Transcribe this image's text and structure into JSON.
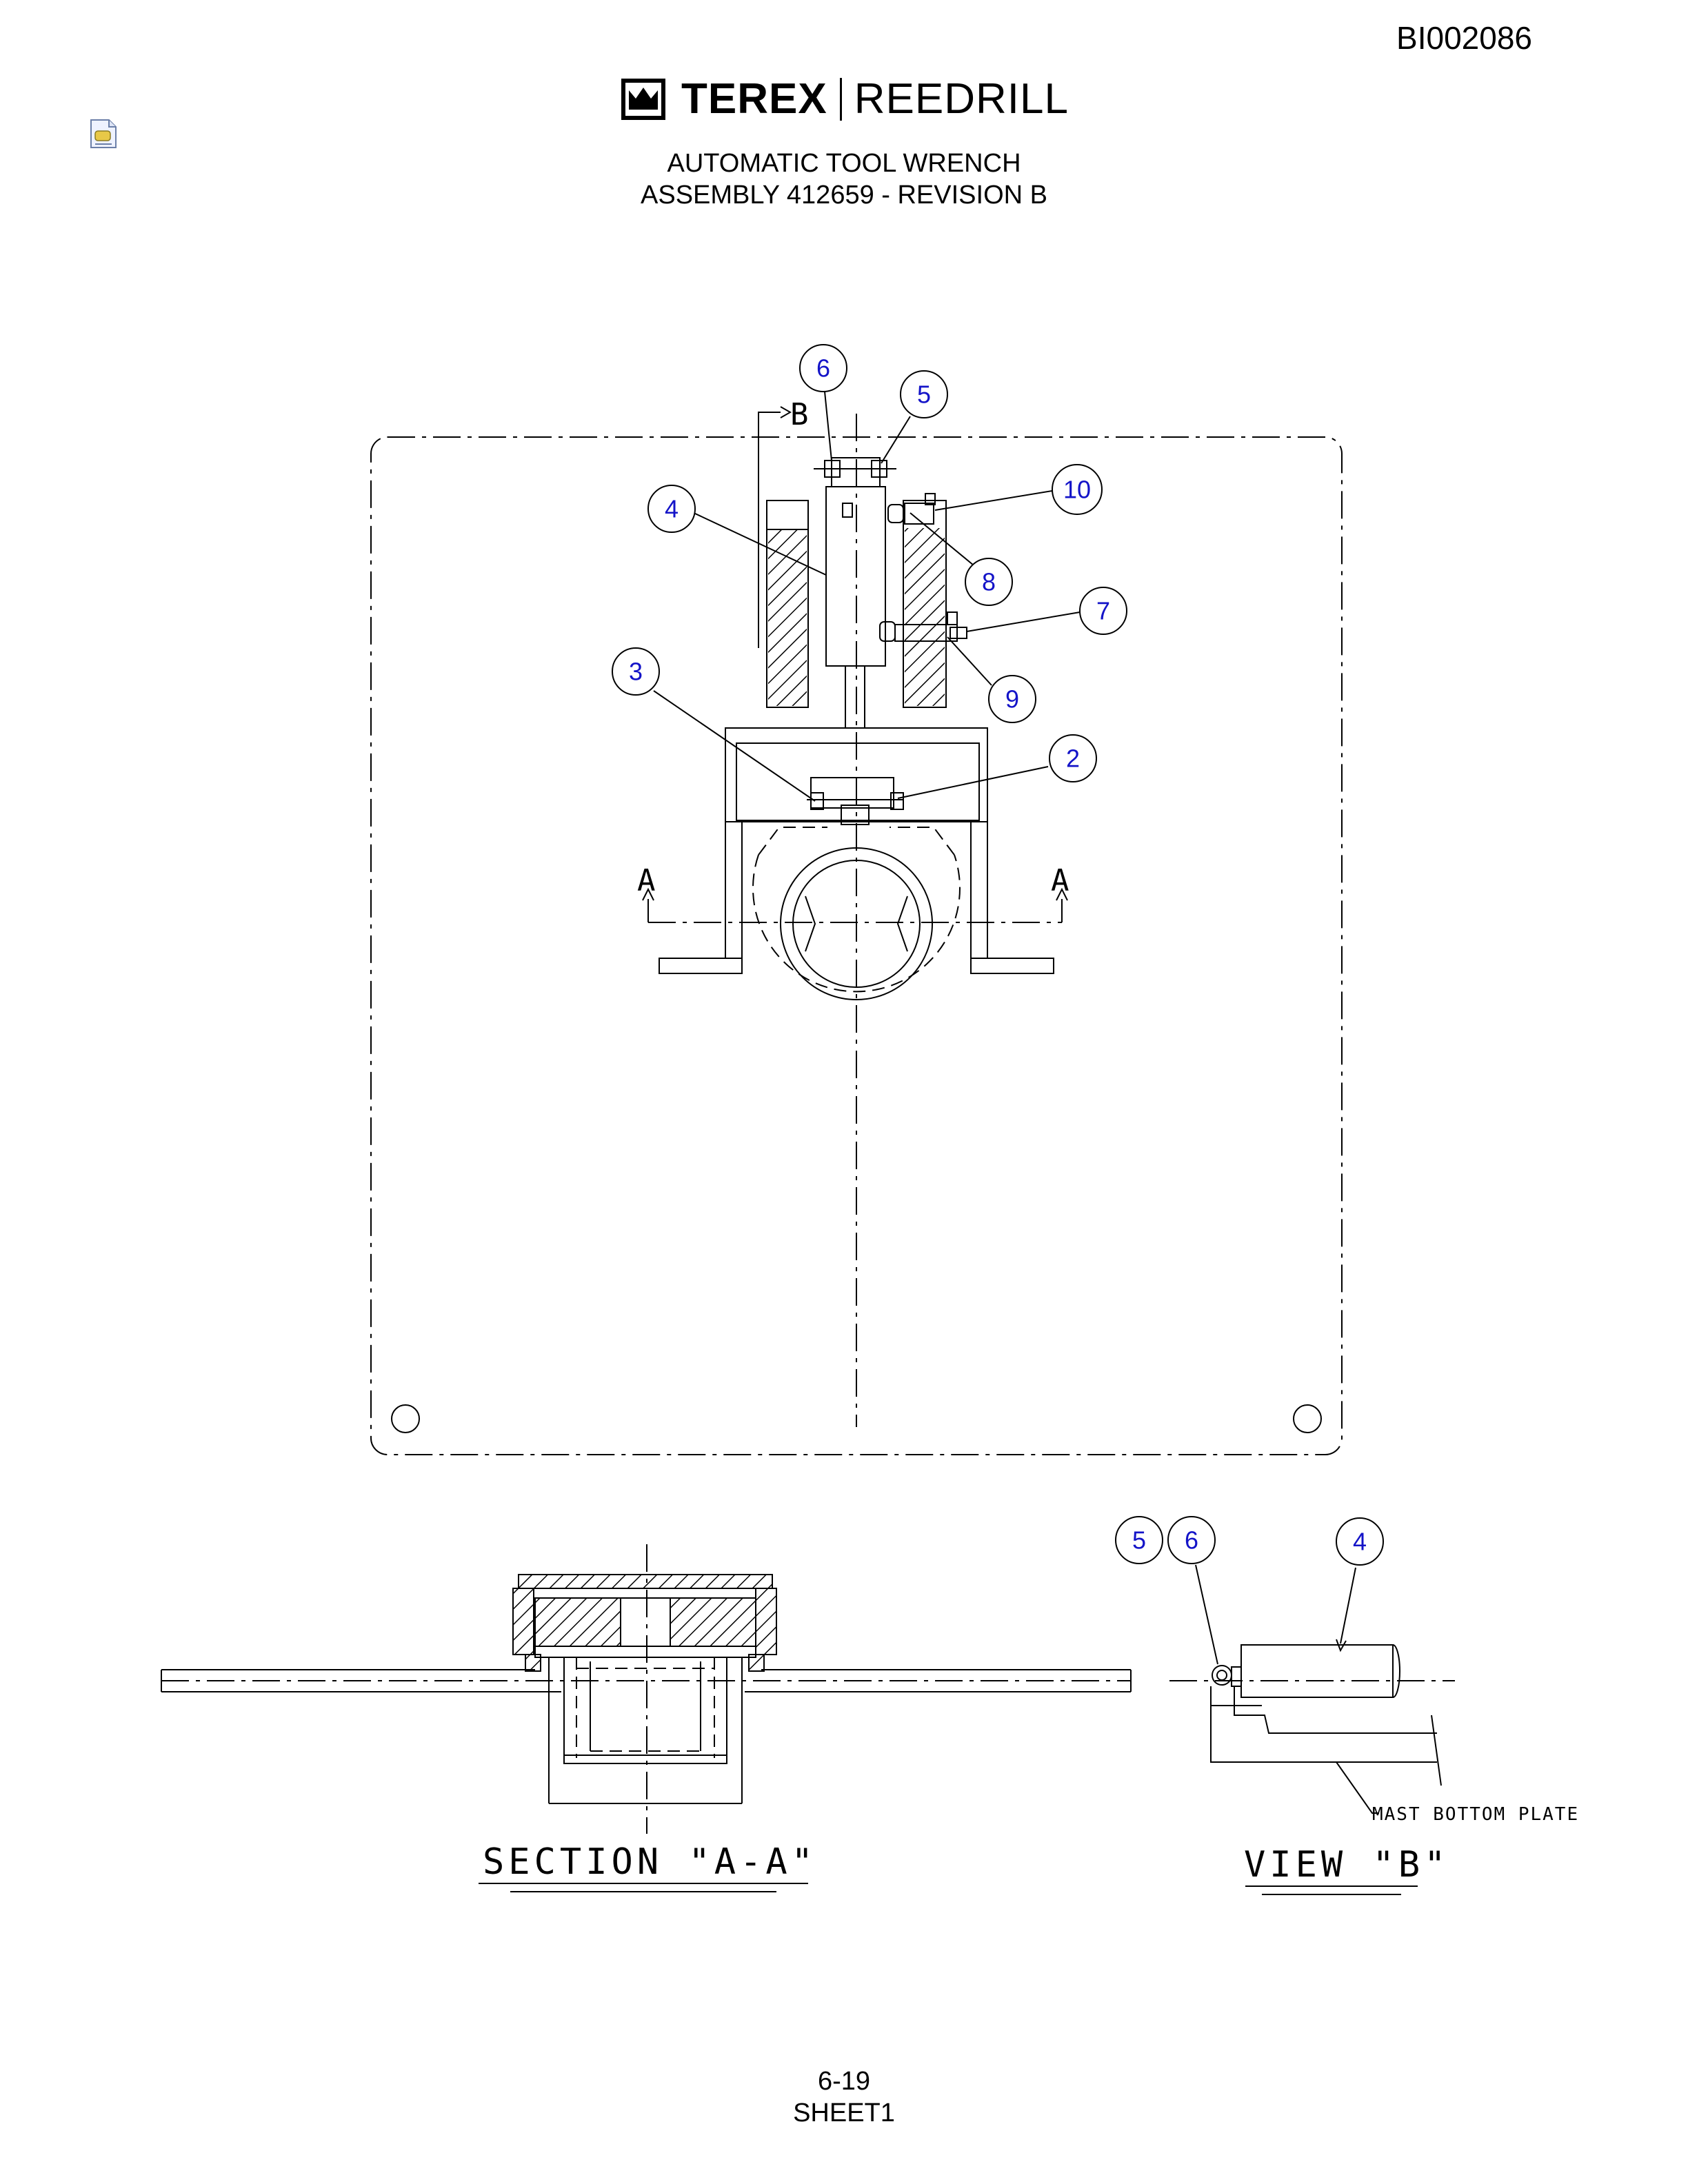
{
  "header": {
    "doc_id": "BI002086",
    "brand": {
      "name": "TEREX",
      "product_line": "REEDRILL",
      "emblem_icon": "crown-emblem-icon"
    },
    "title_line1": "AUTOMATIC TOOL WRENCH",
    "title_line2": "ASSEMBLY 412659 - REVISION B",
    "doc_icon": "document-icon"
  },
  "drawing": {
    "main_view": {
      "section_marker_b": "B",
      "section_marker_a_left": "A",
      "section_marker_a_right": "A",
      "callouts": [
        "6",
        "5",
        "10",
        "4",
        "8",
        "7",
        "3",
        "9",
        "2"
      ]
    },
    "section_view": {
      "label": "SECTION \"A-A\""
    },
    "detail_view": {
      "label": "VIEW \"B\"",
      "note": "MAST BOTTOM PLATE",
      "callouts": [
        "5",
        "6",
        "4"
      ]
    },
    "colors": {
      "callout_text": "#1414c8",
      "line": "#000000"
    }
  },
  "footer": {
    "page": "6-19",
    "sheet": "SHEET1"
  }
}
